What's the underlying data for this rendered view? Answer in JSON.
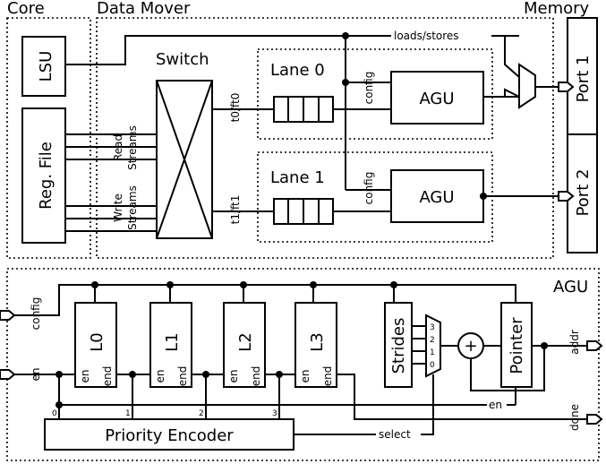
{
  "regions": {
    "core": "Core",
    "data_mover": "Data Mover",
    "memory": "Memory",
    "agu_detail": "AGU"
  },
  "top": {
    "lsu": "LSU",
    "reg_file": "Reg. File",
    "switch": "Switch",
    "read_streams": [
      "Read",
      "Streams"
    ],
    "write_streams": [
      "Write",
      "Streams"
    ],
    "loads_stores": "loads/stores",
    "lane0": "Lane 0",
    "lane1": "Lane 1",
    "config": "config",
    "agu": "AGU",
    "t0": "t0/ft0",
    "t1": "t1/ft1",
    "port1": "Port 1",
    "port2": "Port 2"
  },
  "bottom": {
    "config": "config",
    "en": "en",
    "loops": [
      "L0",
      "L1",
      "L2",
      "L3"
    ],
    "loop_en": "en",
    "loop_end": "end",
    "strides": "Strides",
    "mux_inputs": [
      "3",
      "2",
      "1",
      "0"
    ],
    "adder": "+",
    "pointer": "Pointer",
    "pointer_en": "en",
    "addr": "addr",
    "done": "done",
    "priority_encoder": "Priority Encoder",
    "pe_inputs": [
      "0",
      "1",
      "2",
      "3"
    ],
    "select": "select"
  }
}
